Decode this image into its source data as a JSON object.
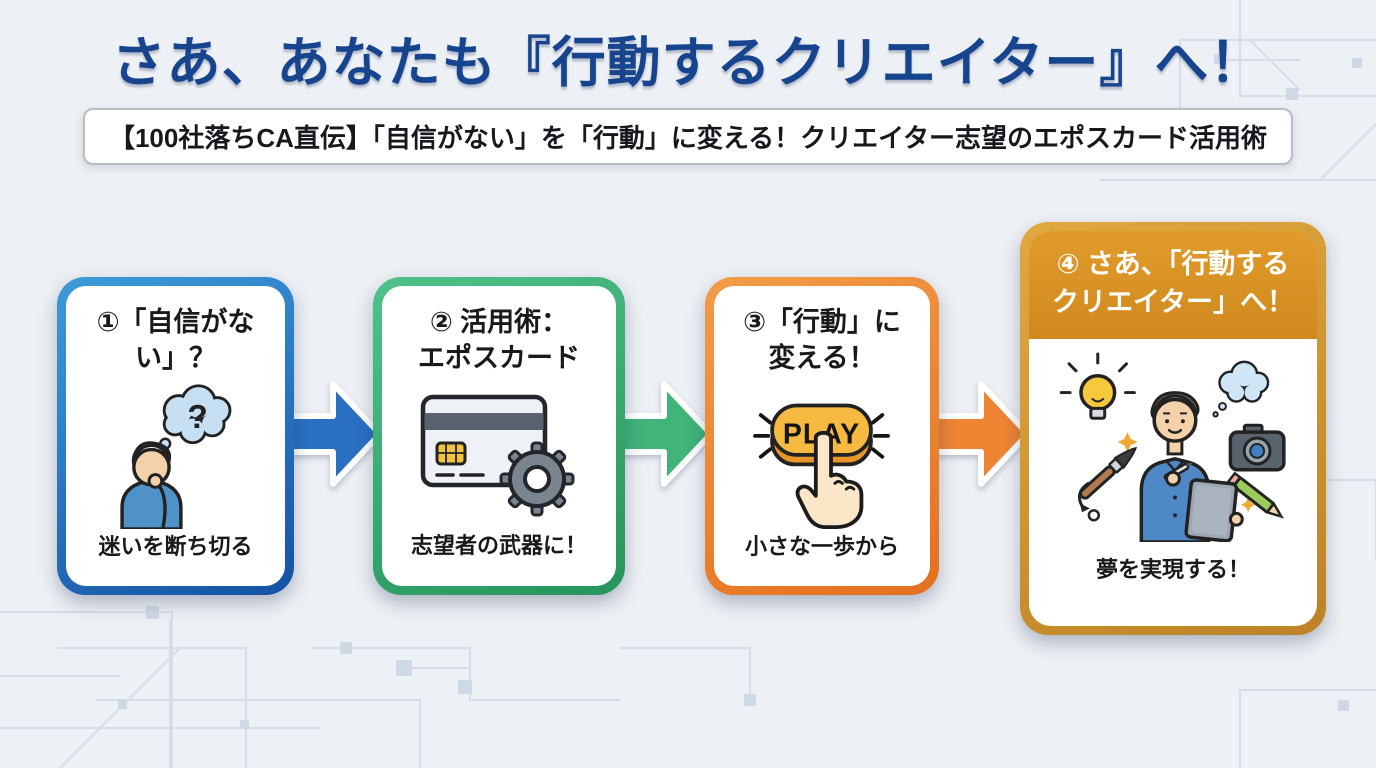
{
  "page": {
    "title": "さあ、あなたも『行動するクリエイター』へ！",
    "subtitle": "【100社落ちCA直伝】「自信がない」を「行動」に変える！クリエイター志望のエポスカード活用術"
  },
  "steps": [
    {
      "title": "①「自信がな\nい」？",
      "caption": "迷いを断ち切る",
      "icon": "thinking-person-icon",
      "accent_top": "#3e9bd8",
      "accent_bottom": "#1552a4"
    },
    {
      "title": "② 活用術：\nエポスカード",
      "caption": "志望者の武器に！",
      "icon": "credit-card-gear-icon",
      "accent_top": "#4fc189",
      "accent_bottom": "#27945c"
    },
    {
      "title": "③「行動」に\n変える！",
      "caption": "小さな一歩から",
      "icon": "play-button-press-icon",
      "play_label": "PLAY",
      "accent_top": "#f29c49",
      "accent_bottom": "#e4701e"
    },
    {
      "title": "④ さあ、「行動する\nクリエイター」へ！",
      "caption": "夢を実現する！",
      "icon": "creator-person-icon",
      "accent_top": "#e0a93f",
      "accent_bottom": "#bd8226",
      "header_fill": "#d9941f"
    }
  ],
  "arrows": [
    {
      "name": "arrow-step1-to-step2",
      "color": "#2a70c2"
    },
    {
      "name": "arrow-step2-to-step3",
      "color": "#41b579"
    },
    {
      "name": "arrow-step3-to-step4",
      "color": "#ef8433"
    }
  ],
  "colors": {
    "background": "#edf0f4",
    "title_text": "#17448f",
    "card_text": "#17191d",
    "step4_header_text": "#ffffff",
    "play_button_yellow": "#f6ba43"
  }
}
